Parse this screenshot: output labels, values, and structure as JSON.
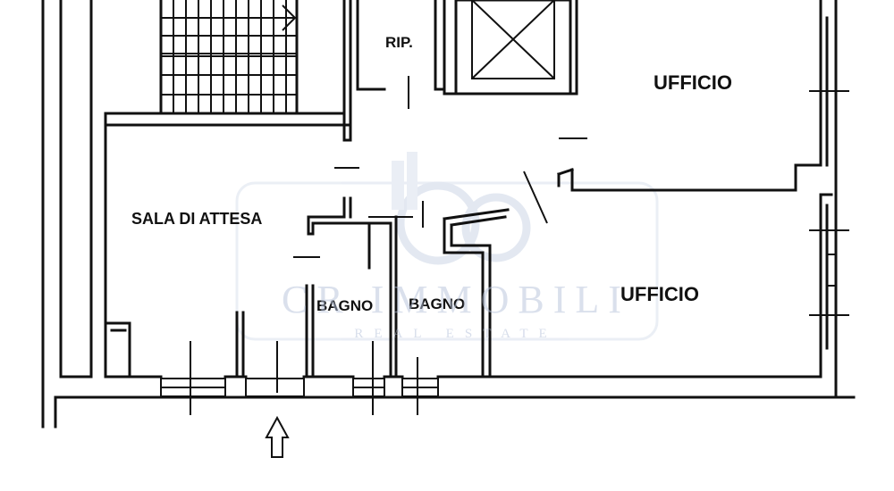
{
  "rooms": {
    "ripostiglio": "RIP.",
    "ufficio_top": "UFFICIO",
    "ufficio_bottom": "UFFICIO",
    "sala_attesa": "SALA DI ATTESA",
    "bagno_left": "BAGNO",
    "bagno_right": "BAGNO"
  },
  "watermark": {
    "brand": "CR IMMOBILI",
    "subtitle": "REAL ESTATE",
    "color": "#b7c3db"
  },
  "icons": {
    "entrance": "up-arrow-icon"
  }
}
